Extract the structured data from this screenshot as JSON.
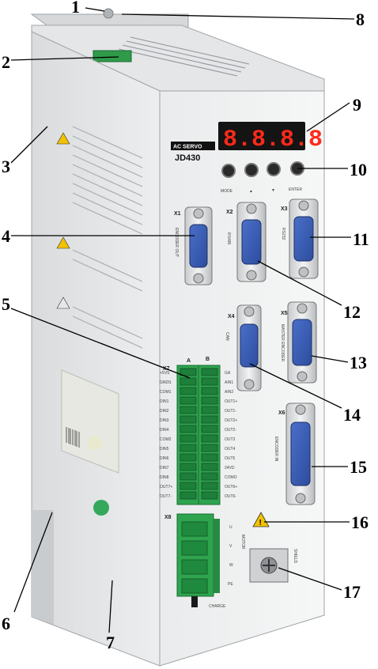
{
  "device": {
    "brand_label": "AC SERVO",
    "model": "JD430",
    "display_digits": "8.8.8.8",
    "buttons": [
      "MODE",
      "▲",
      "▼",
      "ENTER"
    ],
    "ports": {
      "x1": {
        "id": "X1",
        "label": "ENCODER OUT"
      },
      "x2": {
        "id": "X2",
        "label": "RS485"
      },
      "x3": {
        "id": "X3",
        "label": "RS232"
      },
      "x4": {
        "id": "X4",
        "label": "CAN"
      },
      "x5": {
        "id": "X5",
        "label": "MASTER ENCODER"
      },
      "x6": {
        "id": "X6",
        "label": "ENCODER IN"
      },
      "x7": {
        "id": "X7",
        "col_a": "A",
        "col_b": "B"
      },
      "x8": {
        "id": "X8"
      }
    },
    "x7_left_pins": [
      "+5VS",
      "GNDS",
      "COM1",
      "DIN1",
      "DIN2",
      "DIN3",
      "DIN4",
      "COM2",
      "DIN5",
      "DIN6",
      "DIN7",
      "DIN8",
      "OUT7+",
      "OUT7-"
    ],
    "x7_right_pins": [
      "GA",
      "AIN1",
      "AIN2",
      "OUT1+",
      "OUT1-",
      "OUT2+",
      "OUT2-",
      "OUT3",
      "OUT4",
      "OUT5",
      "24VD",
      "COMO",
      "OUT6+",
      "OUT6-"
    ],
    "x8_pins": [
      "U",
      "V",
      "W",
      "PE"
    ],
    "motor_label": "MOTOR",
    "charge_label": "CHARGE",
    "shield_label": "SHIELD"
  },
  "callouts": [
    "1",
    "2",
    "3",
    "4",
    "5",
    "6",
    "7",
    "8",
    "9",
    "10",
    "11",
    "12",
    "13",
    "14",
    "15",
    "16",
    "17"
  ]
}
